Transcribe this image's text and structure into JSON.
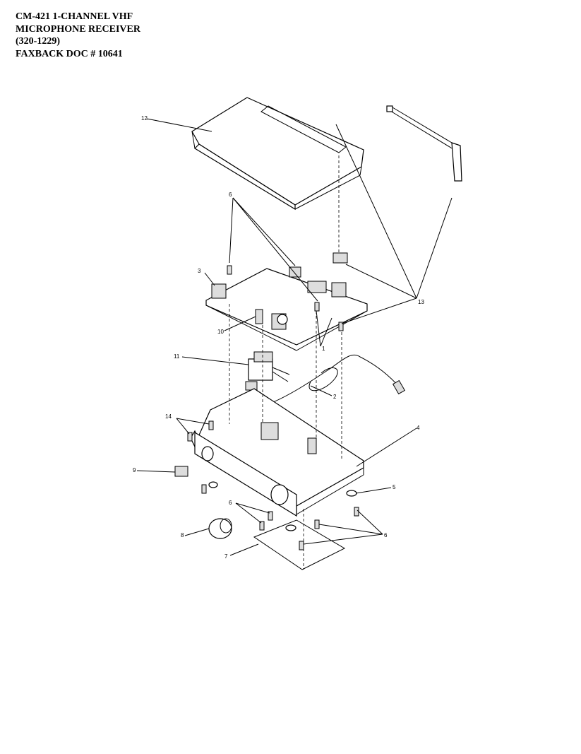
{
  "document": {
    "title_lines": [
      "CM-421 1-CHANNEL VHF",
      "MICROPHONE RECEIVER",
      "(320-1229)",
      "FAXBACK DOC # 10641"
    ]
  },
  "diagram": {
    "callouts": {
      "c12": "12",
      "c6a": "6",
      "c3": "3",
      "c10": "10",
      "c13": "13",
      "c1": "1",
      "c11": "11",
      "c2": "2",
      "c14": "14",
      "c4": "4",
      "c9": "9",
      "c5": "5",
      "c6b": "6",
      "c8": "8",
      "c6c": "6",
      "c7": "7"
    }
  }
}
